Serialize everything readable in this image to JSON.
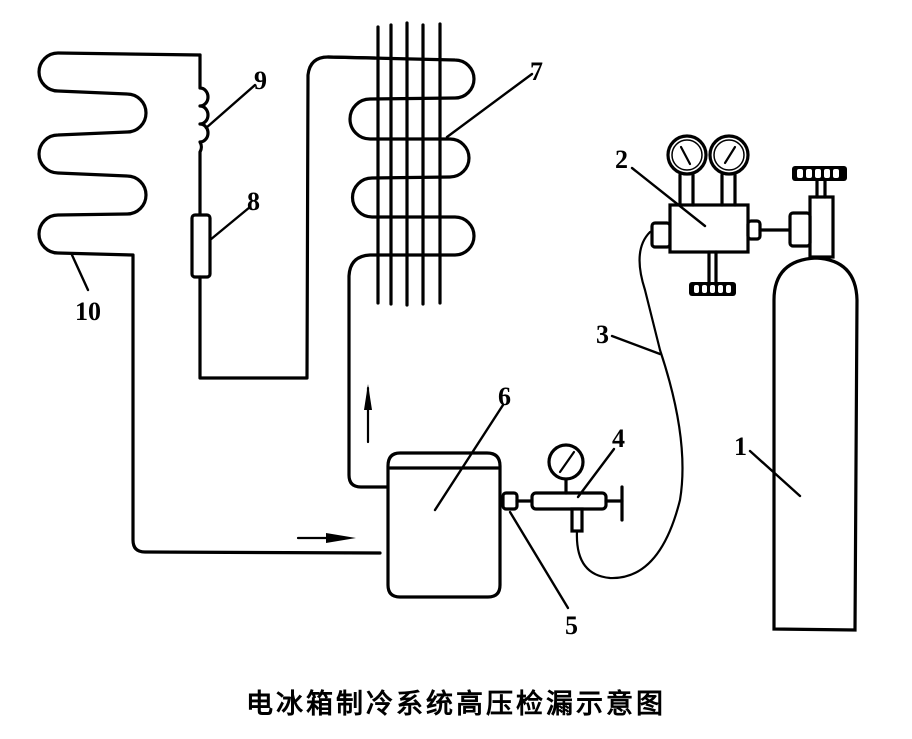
{
  "title": "电冰箱制冷系统高压检漏示意图",
  "components": [
    {
      "id": "1",
      "label": "1",
      "name": "nitrogen-cylinder"
    },
    {
      "id": "2",
      "label": "2",
      "name": "manifold-gauge-valve"
    },
    {
      "id": "3",
      "label": "3",
      "name": "charging-hose"
    },
    {
      "id": "4",
      "label": "4",
      "name": "service-valve-with-gauge"
    },
    {
      "id": "5",
      "label": "5",
      "name": "process-tube-fitting"
    },
    {
      "id": "6",
      "label": "6",
      "name": "compressor"
    },
    {
      "id": "7",
      "label": "7",
      "name": "condenser"
    },
    {
      "id": "8",
      "label": "8",
      "name": "filter-drier"
    },
    {
      "id": "9",
      "label": "9",
      "name": "capillary-tube"
    },
    {
      "id": "10",
      "label": "10",
      "name": "evaporator"
    }
  ],
  "flow_arrows": [
    {
      "name": "flow-arrow-up",
      "direction": "up"
    },
    {
      "name": "flow-arrow-right",
      "direction": "right"
    }
  ]
}
